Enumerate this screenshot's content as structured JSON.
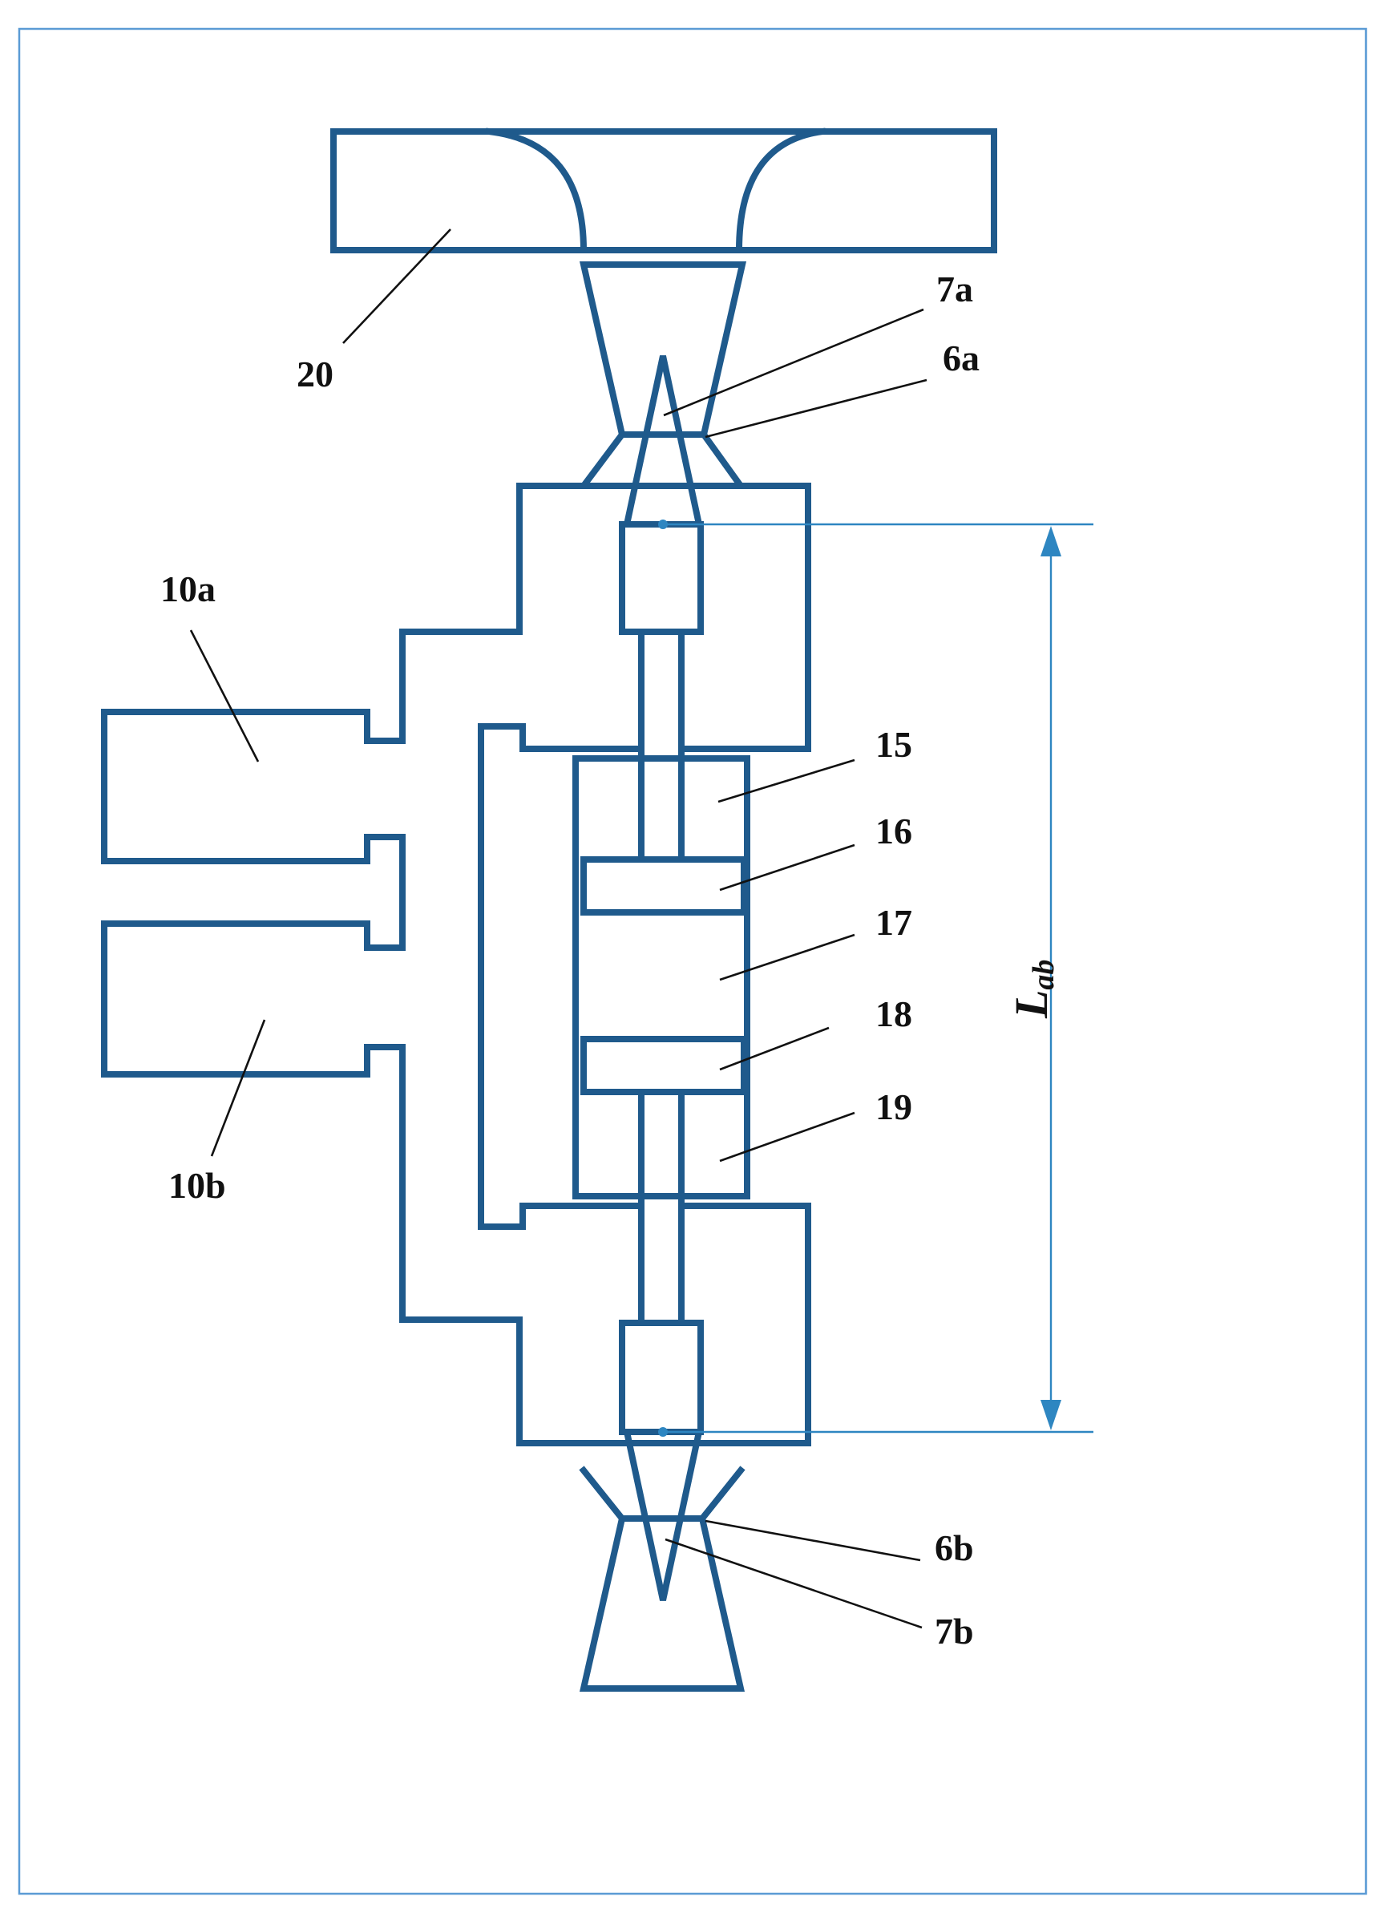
{
  "diagram": {
    "labels": {
      "l20": "20",
      "l7a": "7a",
      "l6a": "6a",
      "l10a": "10a",
      "l10b": "10b",
      "l15": "15",
      "l16": "16",
      "l17": "17",
      "l18": "18",
      "l19": "19",
      "l6b": "6b",
      "l7b": "7b"
    },
    "dimension": {
      "main": "L",
      "sub": "ab"
    }
  },
  "colors": {
    "part_stroke": "#1F5A8C",
    "dimension": "#2E86C1",
    "frame": "#5B9BD5",
    "text": "#111111"
  }
}
